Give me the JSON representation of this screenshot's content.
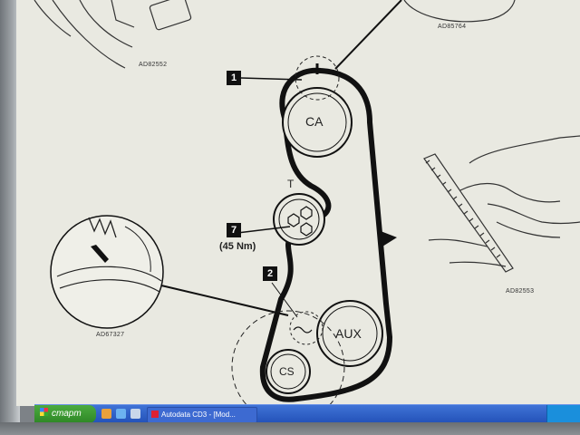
{
  "diagram": {
    "refs": {
      "top_left": "AD82552",
      "top_right": "AD85764",
      "right_mid": "AD82553",
      "left_detail": "AD67327"
    },
    "callouts": {
      "c1": "1",
      "c2": "2",
      "c7": "7"
    },
    "pulleys": {
      "camshaft": "CA",
      "tensioner": "T",
      "auxiliary": "AUX",
      "crankshaft": "CS"
    },
    "torque": "(45 Nm)"
  },
  "taskbar": {
    "start_label": "старт",
    "task_button": "Autodata CD3 - [Mod..."
  }
}
